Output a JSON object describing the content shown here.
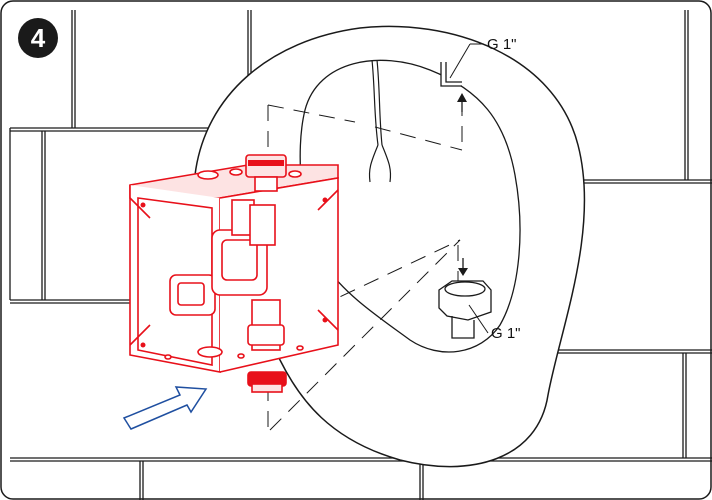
{
  "step": {
    "number": "4"
  },
  "labels": {
    "top_connection": "G 1\"",
    "bottom_connection": "G 1\""
  },
  "colors": {
    "outline": "#1a1a1a",
    "box": "#e8101a",
    "box_fill": "#fde3e3",
    "arrow": "#1f4fa0",
    "background": "#ffffff"
  },
  "icons": {
    "step_badge": "step-badge-icon",
    "insert_arrow": "insert-direction-arrow-icon",
    "valve_box": "valve-box-icon",
    "wall_recess": "wall-recess-icon",
    "fitting": "pipe-fitting-icon"
  }
}
